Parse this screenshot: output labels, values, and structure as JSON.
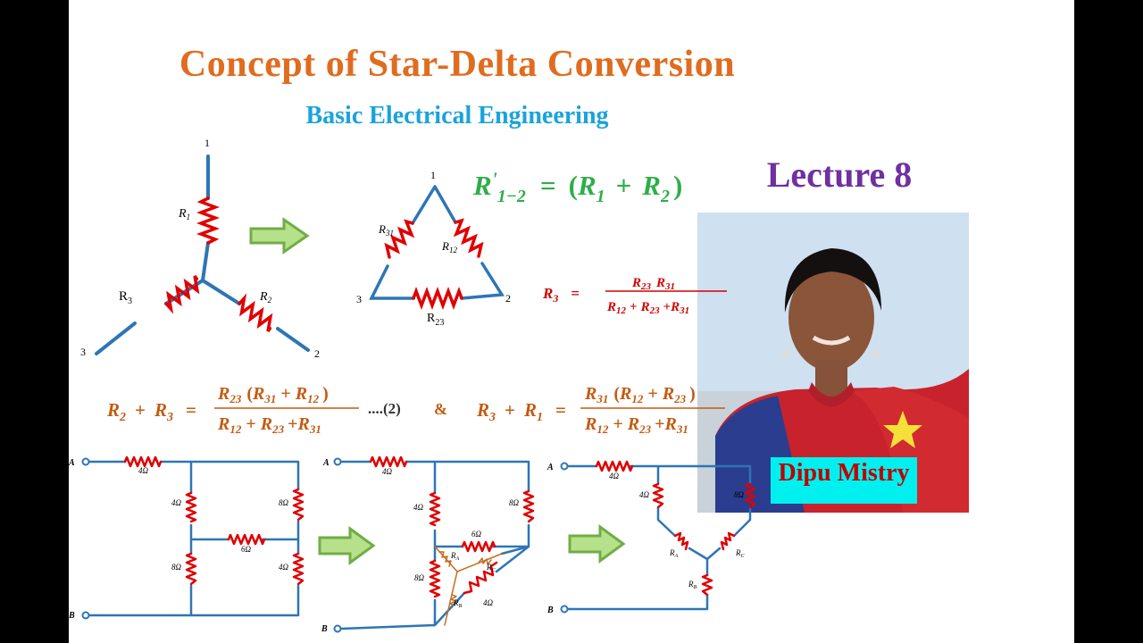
{
  "title": "Concept of Star-Delta Conversion",
  "subtitle": "Basic Electrical Engineering",
  "lecture": "Lecture 8",
  "presenter": "Dipu Mistry",
  "colors": {
    "title": "#e06c1f",
    "subtitle": "#1aa3dd",
    "lecture": "#7030a0",
    "wire": "#2e75b6",
    "resistor": "#e00000",
    "equation_orange": "#c55a11",
    "equation_green": "#2eae4a",
    "equation_red": "#d00000",
    "arrow": "#70ad47"
  },
  "star_diagram": {
    "node_1": "1",
    "node_2": "2",
    "node_3": "3",
    "r1_sym": "R",
    "r1_sub": "1",
    "r2_sym": "R",
    "r2_sub": "2",
    "r3_sym": "R",
    "r3_sub": "3"
  },
  "delta_diagram": {
    "node_1": "1",
    "node_2": "2",
    "node_3": "3",
    "r31_sym": "R",
    "r31_sub": "31",
    "r12_sym": "R",
    "r12_sub": "12",
    "r23_sym": "R",
    "r23_sub": "23"
  },
  "equation_r12": {
    "lhs_sym": "R",
    "lhs_prime": "'",
    "lhs_sub": "1−2",
    "eq": "=",
    "paren_l": "(",
    "r1_sym": "R",
    "r1_sub": "1",
    "plus": "+",
    "r2_sym": "R",
    "r2_sub": "2",
    "paren_r": ")"
  },
  "equation_r3": {
    "lhs_sym": "R",
    "lhs_sub": "3",
    "eq": "=",
    "num_a_sym": "R",
    "num_a_sub": "23",
    "num_b_sym": "R",
    "num_b_sub": "31",
    "den": [
      {
        "sym": "R",
        "sub": "12"
      },
      {
        "op": "+"
      },
      {
        "sym": "R",
        "sub": "23"
      },
      {
        "op": "+"
      },
      {
        "sym": "R",
        "sub": "31"
      }
    ]
  },
  "equation_2": {
    "lhs_a_sym": "R",
    "lhs_a_sub": "2",
    "plus": "+",
    "lhs_b_sym": "R",
    "lhs_b_sub": "3",
    "eq": "=",
    "num_a_sym": "R",
    "num_a_sub": "23",
    "num_open": "(",
    "num_b_sym": "R",
    "num_b_sub": "31",
    "num_plus": "+",
    "num_c_sym": "R",
    "num_c_sub": "12",
    "num_close": ")",
    "den_a_sym": "R",
    "den_a_sub": "12",
    "den_p1": "+",
    "den_b_sym": "R",
    "den_b_sub": "23",
    "den_p2": "+",
    "den_c_sym": "R",
    "den_c_sub": "31",
    "tag": "....(2)",
    "amp": "&"
  },
  "equation_3": {
    "lhs_a_sym": "R",
    "lhs_a_sub": "3",
    "plus": "+",
    "lhs_b_sym": "R",
    "lhs_b_sub": "1",
    "eq": "=",
    "num_a_sym": "R",
    "num_a_sub": "31",
    "num_open": "(",
    "num_b_sym": "R",
    "num_b_sub": "12",
    "num_plus": "+",
    "num_c_sym": "R",
    "num_c_sub": "23",
    "num_close": ")",
    "den_a_sym": "R",
    "den_a_sub": "12",
    "den_p1": "+",
    "den_b_sym": "R",
    "den_b_sub": "23",
    "den_p2": "+",
    "den_c_sym": "R",
    "den_c_sub": "31",
    "trailing": "."
  },
  "circuit_1": {
    "node_a": "A",
    "node_b": "B",
    "r_top": "4Ω",
    "r_left_top": "4Ω",
    "r_right_top": "8Ω",
    "r_mid": "6Ω",
    "r_left_bottom": "8Ω",
    "r_right_bottom": "4Ω"
  },
  "circuit_2": {
    "node_a": "A",
    "node_b": "B",
    "r_top": "4Ω",
    "r_left_top": "4Ω",
    "r_right_top": "8Ω",
    "r_mid": "6Ω",
    "r_left_bottom": "8Ω",
    "r_diag": "4Ω",
    "ra_sym": "R",
    "ra_sub": "A",
    "rb_sym": "R",
    "rb_sub": "B",
    "rc_sym": "R",
    "rc_sub": "C"
  },
  "circuit_3": {
    "node_a": "A",
    "node_b": "B",
    "r_top": "4Ω",
    "r_left": "4Ω",
    "r_right": "8Ω",
    "ra_sym": "R",
    "ra_sub": "A",
    "rb_sym": "R",
    "rb_sub": "B",
    "rc_sym": "R",
    "rc_sub": "C"
  }
}
